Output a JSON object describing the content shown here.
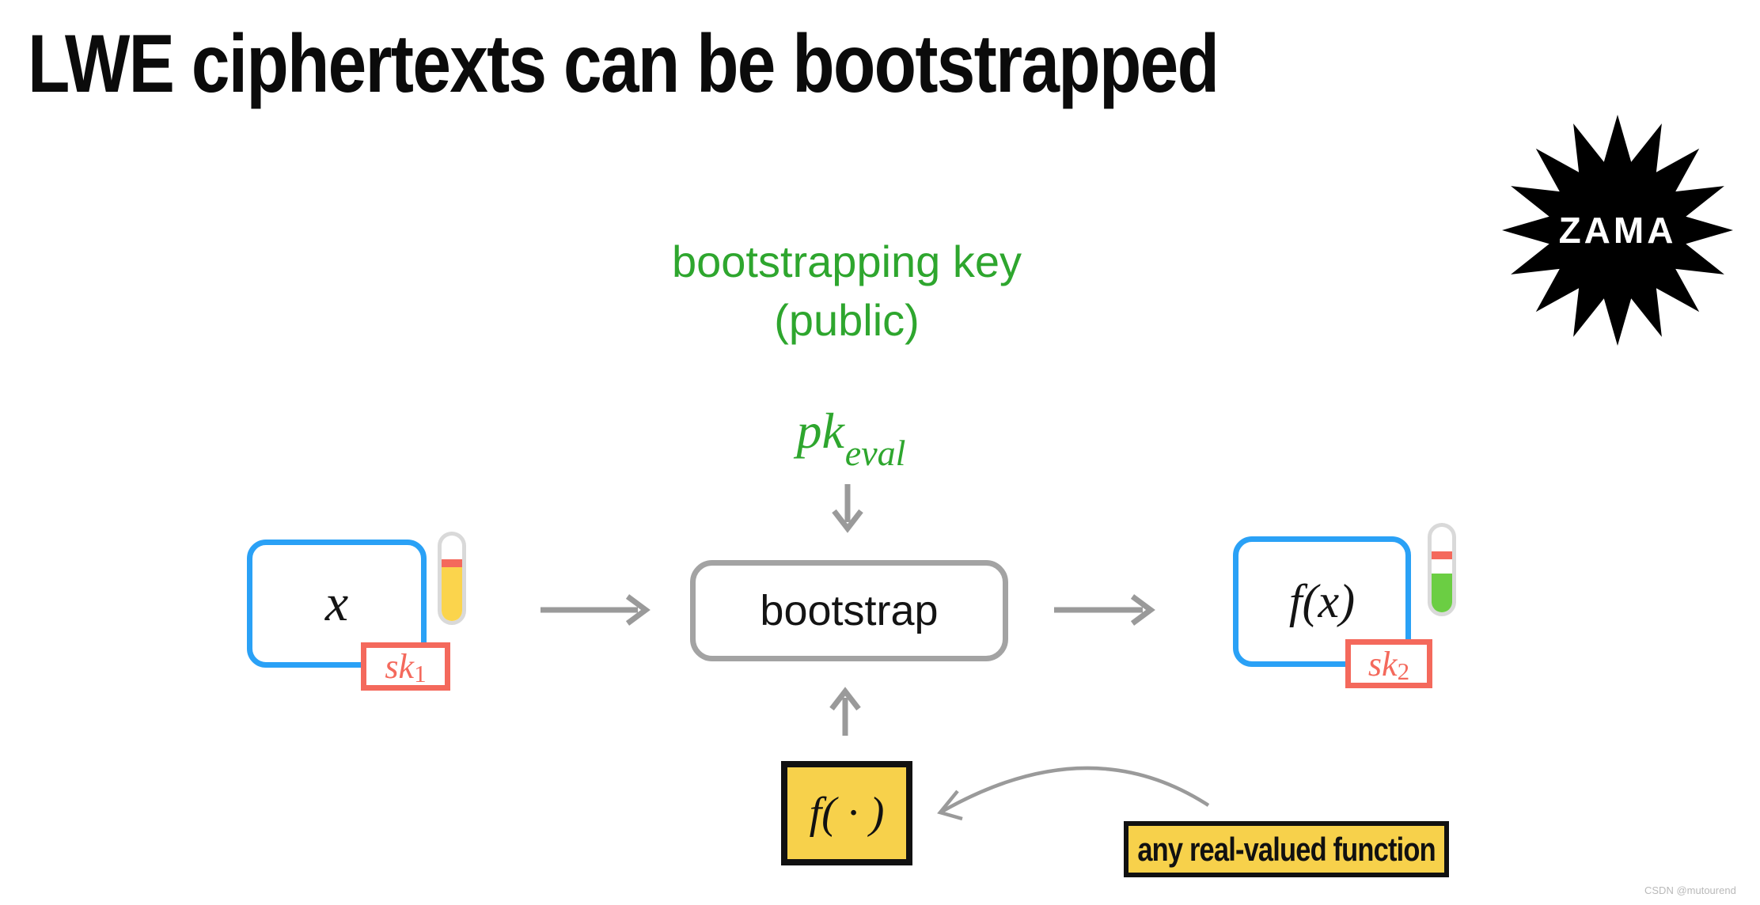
{
  "title": "LWE ciphertexts can be bootstrapped",
  "logo": {
    "label": "ZAMA"
  },
  "key_annotation": {
    "line1": "bootstrapping key",
    "line2": "(public)",
    "symbol": {
      "base": "pk",
      "subscript": "eval"
    }
  },
  "pipeline": {
    "input_box": {
      "label": "x"
    },
    "input_key_badge": {
      "base": "sk",
      "subscript": "1"
    },
    "bootstrap_box": {
      "label": "bootstrap"
    },
    "output_box": {
      "label": "f(x)"
    },
    "output_key_badge": {
      "base": "sk",
      "subscript": "2"
    },
    "function_box": {
      "label": "f( · )"
    },
    "function_note": {
      "label": "any real-valued function"
    }
  },
  "watermark": "CSDN @mutourend",
  "colors": {
    "accent_blue": "#2aa1f6",
    "accent_red": "#f4695c",
    "accent_yellow": "#f7d14b",
    "noise_fill_yellow": "#fbd44c",
    "fresh_fill_green": "#6bce43",
    "green_text": "#2ea62e",
    "arrow_gray": "#9a9a9a",
    "logo_black": "#000000"
  }
}
